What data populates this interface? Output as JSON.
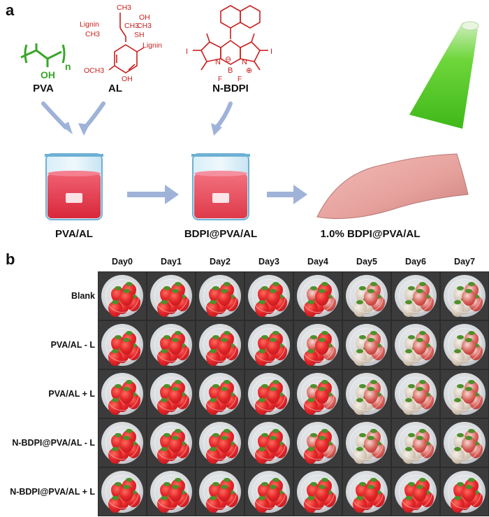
{
  "panel_a": {
    "label": "a",
    "chemicals": [
      {
        "name": "PVA",
        "color": "#3aa62b",
        "atoms": {
          "oh": "OH",
          "n": "n"
        }
      },
      {
        "name": "AL",
        "color": "#c8201e",
        "atoms": {
          "ch3_top": "CH3",
          "oh": "OH",
          "lignin1": "Lignin",
          "ch3_a": "CH3",
          "ch3_b": "CH3",
          "ch3_c": "CH3",
          "sh": "SH",
          "och3": "OCH3",
          "oh2": "OH",
          "lignin2": "Lignin"
        }
      },
      {
        "name": "N-BDPI",
        "color": "#c8201e",
        "atoms": {
          "i1": "I",
          "i2": "I",
          "n1": "N",
          "n2": "N",
          "b": "B",
          "f1": "F",
          "f2": "F",
          "minus": "⊖",
          "plus": "⊕"
        }
      }
    ],
    "steps": [
      "PVA/AL",
      "BDPI@PVA/AL",
      "1.0% BDPI@PVA/AL"
    ]
  },
  "panel_b": {
    "label": "b",
    "days": [
      "Day0",
      "Day1",
      "Day2",
      "Day3",
      "Day4",
      "Day5",
      "Day6",
      "Day7"
    ],
    "rows": [
      "Blank",
      "PVA/AL - L",
      "PVA/AL + L",
      "N-BDPI@PVA/AL - L",
      "N-BDPI@PVA/AL + L"
    ],
    "decay_levels": [
      [
        0,
        0,
        0,
        0,
        1,
        2,
        2,
        2
      ],
      [
        0,
        0,
        0,
        0,
        1,
        2,
        2,
        2
      ],
      [
        0,
        0,
        0,
        0,
        1,
        2,
        2,
        2
      ],
      [
        0,
        0,
        0,
        0,
        1,
        2,
        2,
        2
      ],
      [
        0,
        0,
        0,
        0,
        0,
        0,
        0,
        0
      ]
    ]
  },
  "colors": {
    "pva_green": "#3aa62b",
    "structure_red": "#c8201e",
    "arrow_blue": "#9fb3d9",
    "liquid_red": "#e84050",
    "film_pink": "#e9a7a4",
    "light_green": "#4fc81e"
  }
}
